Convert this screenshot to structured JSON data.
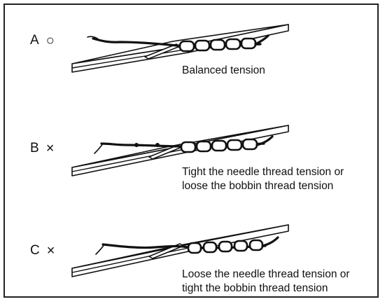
{
  "panels": [
    {
      "letter": "A",
      "mark": "○",
      "caption": [
        "Balanced tension"
      ]
    },
    {
      "letter": "B",
      "mark": "×",
      "caption": [
        "Tight the needle thread tension or",
        "loose the bobbin thread tension"
      ]
    },
    {
      "letter": "C",
      "mark": "×",
      "caption": [
        "Loose the needle thread tension or",
        "tight the bobbin thread tension"
      ]
    }
  ],
  "colors": {
    "line": "#111111",
    "background": "#ffffff"
  }
}
